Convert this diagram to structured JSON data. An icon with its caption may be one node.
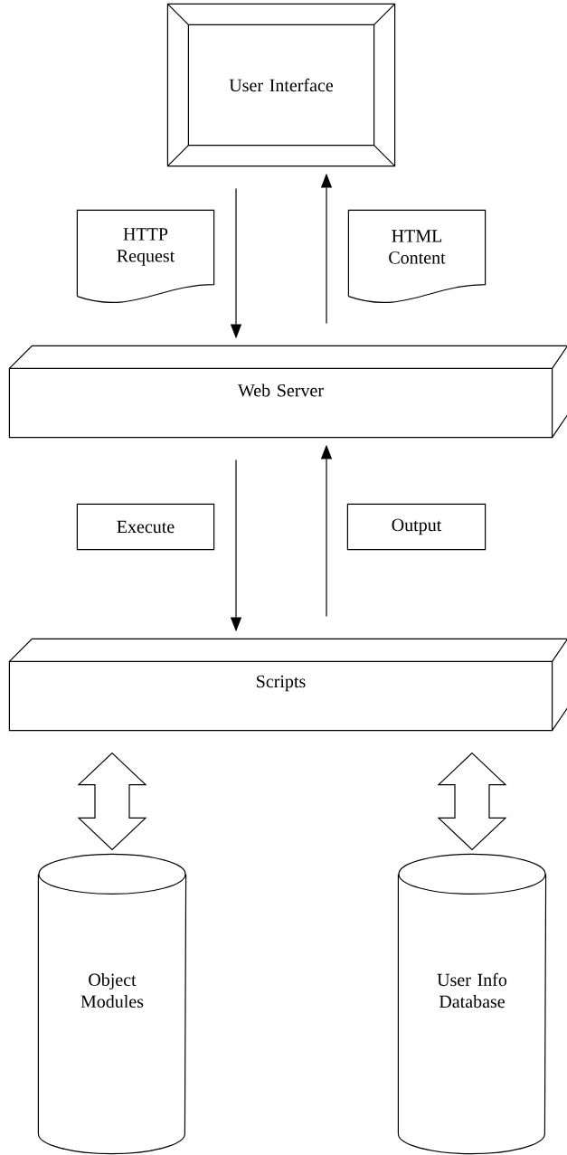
{
  "diagram": {
    "nodes": [
      {
        "text": [
          "User Interface"
        ]
      },
      {
        "text": [
          "HTTP Request"
        ]
      },
      {
        "text": [
          "HTML Content"
        ]
      },
      {
        "text": [
          "Web Server"
        ]
      },
      {
        "text": [
          "Execute"
        ]
      },
      {
        "text": [
          "Output"
        ]
      },
      {
        "text": [
          "Scripts"
        ]
      },
      {
        "text": [
          "Object Modules"
        ]
      },
      {
        "text": [
          "User Info Database"
        ]
      }
    ],
    "edges": [
      {
        "from": 0,
        "to": 3,
        "arrow": "to"
      },
      {
        "from": 3,
        "to": 0,
        "arrow": "to"
      },
      {
        "from": 3,
        "to": 6,
        "arrow": "to"
      },
      {
        "from": 6,
        "to": 3,
        "arrow": "to"
      },
      {
        "from": 6,
        "to": 7,
        "arrow": "both"
      },
      {
        "from": 6,
        "to": 8,
        "arrow": "both"
      }
    ]
  }
}
